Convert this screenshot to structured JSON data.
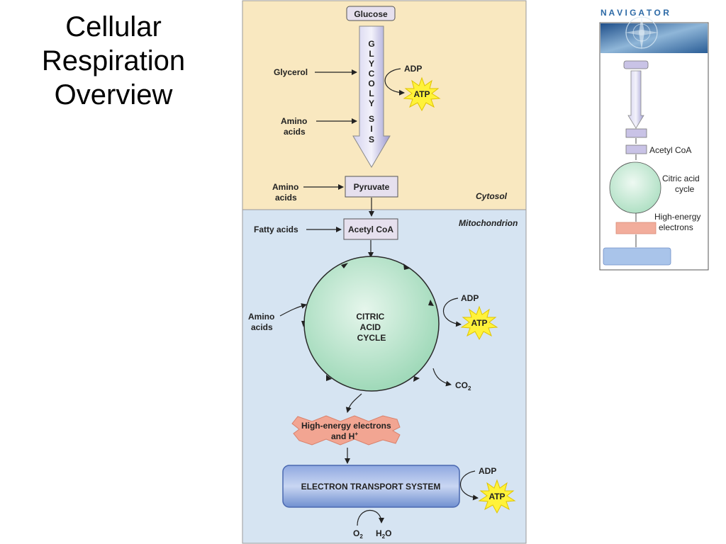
{
  "title": {
    "line1": "Cellular",
    "line2": "Respiration",
    "line3": "Overview"
  },
  "main": {
    "glucose": "Glucose",
    "glycolysis_letters": [
      "G",
      "L",
      "Y",
      "C",
      "O",
      "L",
      "Y",
      "S",
      "I",
      "S"
    ],
    "glycerol": "Glycerol",
    "adp": "ADP",
    "atp": "ATP",
    "amino_line1": "Amino",
    "amino_line2": "acids",
    "pyruvate": "Pyruvate",
    "cytosol": "Cytosol",
    "mitochondrion": "Mitochondrion",
    "fatty_acids": "Fatty acids",
    "acetyl_coa": "Acetyl CoA",
    "citric_line1": "CITRIC",
    "citric_line2": "ACID",
    "citric_line3": "CYCLE",
    "co2": "CO",
    "co2_sub": "2",
    "he_line1": "High-energy electrons",
    "he_line2": "and H",
    "he_sup": "+",
    "ets": "ELECTRON TRANSPORT SYSTEM",
    "o2": "O",
    "o2_sub": "2",
    "h2o_h": "H",
    "h2o_sub": "2",
    "h2o_o": "O"
  },
  "navigator": {
    "header": "N A V I G A T O R",
    "acetyl_coa": "Acetyl CoA",
    "citric_line1": "Citric acid",
    "citric_line2": "cycle",
    "he_line1": "High-energy",
    "he_line2": "electrons"
  },
  "colors": {
    "cytosol": "#f9e8c0",
    "mitochondrion": "#d6e4f2",
    "circle": "#a9dcc0",
    "box": "#e6e0ee",
    "ets": "#5d7fc8",
    "atp_star": "#fff23a",
    "electrons": "#f2a592",
    "nav_header": "#2d6aa6"
  }
}
